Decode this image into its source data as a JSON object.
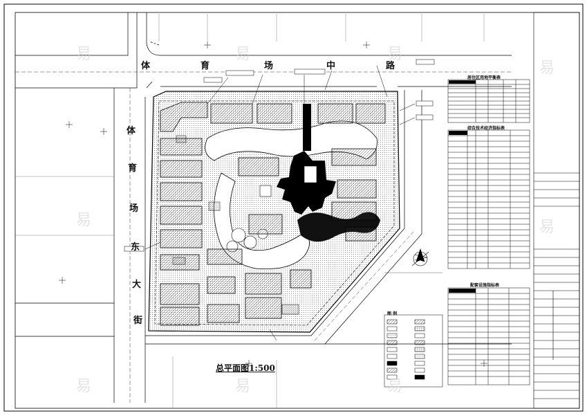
{
  "roads": {
    "north_chars": [
      "体",
      "育",
      "场",
      "中",
      "路"
    ],
    "west_chars": [
      "体",
      "育",
      "场",
      "东",
      "大",
      "街"
    ]
  },
  "drawing_title": "总平面图1:500",
  "tables": {
    "residential_title": "居住区用地平衡表",
    "technical_title": "综合技术经济指标表",
    "facility_title": "配套设施指标表"
  },
  "legend_title": "图  例",
  "watermark": "易"
}
